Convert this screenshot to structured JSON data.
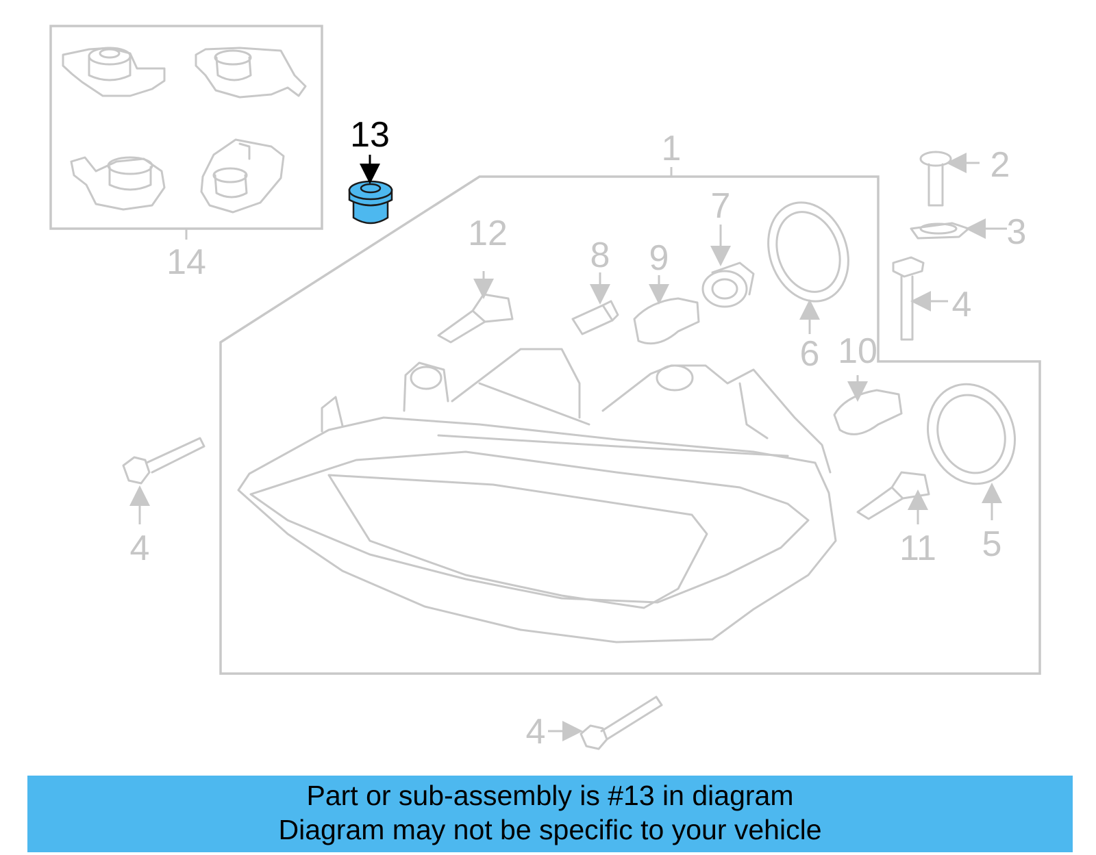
{
  "callouts": {
    "c1": "1",
    "c2": "2",
    "c3": "3",
    "c4a": "4",
    "c4b": "4",
    "c4c": "4",
    "c5": "5",
    "c6": "6",
    "c7": "7",
    "c8": "8",
    "c9": "9",
    "c10": "10",
    "c11": "11",
    "c12": "12",
    "c13": "13",
    "c14": "14"
  },
  "highlighted_part": "13",
  "colors": {
    "highlight": "#4db8ef",
    "line_art": "#c8c8c8",
    "banner": "#4db8ef"
  },
  "banner": {
    "line1": "Part or sub-assembly is #13 in diagram",
    "line2": "Diagram may not be specific to your vehicle"
  }
}
